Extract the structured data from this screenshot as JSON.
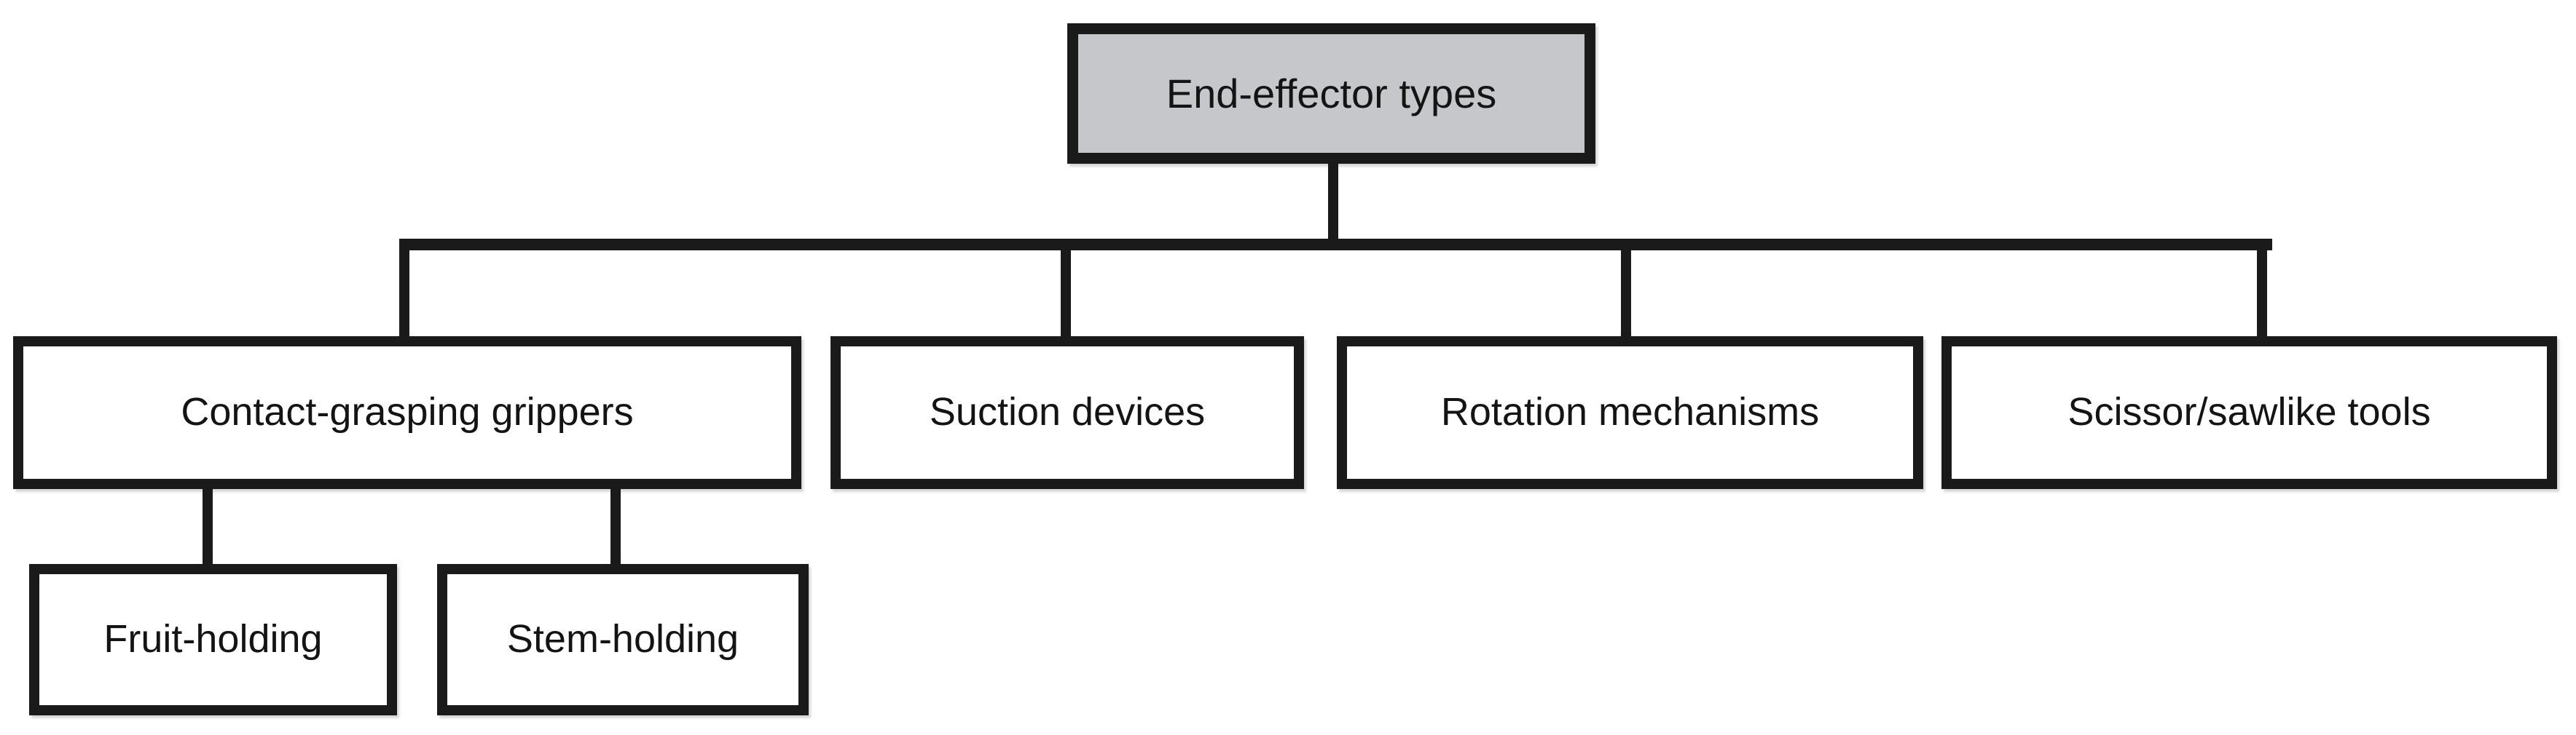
{
  "diagram": {
    "type": "hierarchy-tree",
    "orientation": "top-down",
    "title": "End-effector types",
    "colors": {
      "root_fill": "#c5c7ca",
      "node_fill": "#ffffff",
      "stroke": "#1a1a1a",
      "text": "#141414",
      "background": "#ffffff"
    },
    "root": {
      "label": "End-effector types",
      "level": 1
    },
    "level2": [
      {
        "label": "Contact-grasping grippers",
        "level": 2,
        "has_children": true
      },
      {
        "label": "Suction devices",
        "level": 2,
        "has_children": false
      },
      {
        "label": "Rotation mechanisms",
        "level": 2,
        "has_children": false
      },
      {
        "label": "Scissor/sawlike tools",
        "level": 2,
        "has_children": false
      }
    ],
    "level3": [
      {
        "label": "Fruit-holding",
        "level": 3,
        "parent": "Contact-grasping grippers"
      },
      {
        "label": "Stem-holding",
        "level": 3,
        "parent": "Contact-grasping grippers"
      }
    ]
  }
}
